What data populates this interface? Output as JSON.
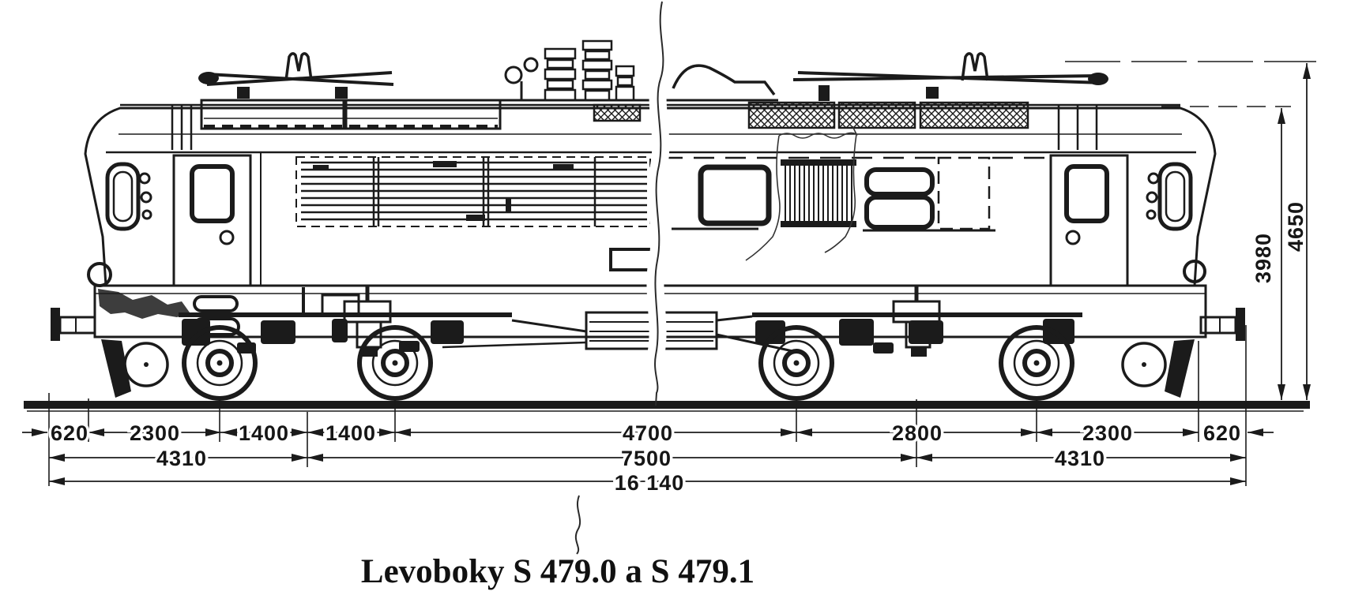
{
  "page": {
    "background": "#ffffff",
    "ink": "#1b1b1b"
  },
  "caption": {
    "title": "Levoboky S 479.0 a S 479.1"
  },
  "drawing": {
    "subject": "Side elevation technical drawing of electric locomotives S 479.0 and S 479.1",
    "style": "black-and-white scanned line drawing, centre section joined with a torn break line"
  },
  "dimensions": {
    "unit": "mm",
    "chain": [
      "620",
      "2300",
      "1400",
      "1400",
      "4700",
      "2800",
      "2300",
      "620"
    ],
    "spans": [
      "4310",
      "7500",
      "4310"
    ],
    "total": "16 140",
    "heights": {
      "roof": "3980",
      "pantograph": "4650"
    }
  }
}
